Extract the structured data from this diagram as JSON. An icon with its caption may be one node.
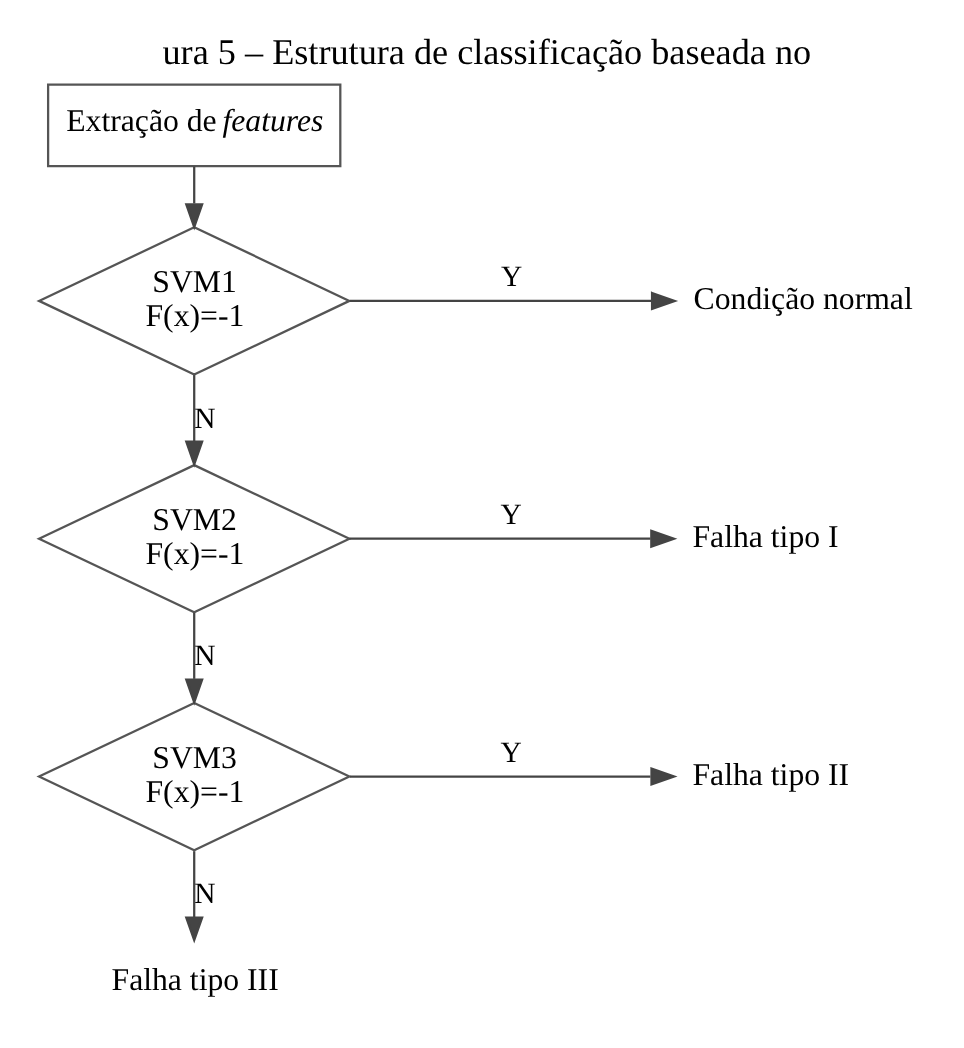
{
  "diagram": {
    "title": "ura 5 – Estrutura de classificação baseada no",
    "nodes": [
      {
        "text": [
          "Extração de *features*"
        ]
      },
      {
        "text": [
          "SVM1",
          "F(x)=-1"
        ]
      },
      {
        "text": [
          "SVM2",
          "F(x)=-1"
        ]
      },
      {
        "text": [
          "SVM3",
          "F(x)=-1"
        ]
      },
      {
        "text": [
          "Condição normal"
        ]
      },
      {
        "text": [
          "Falha tipo I"
        ]
      },
      {
        "text": [
          "Falha tipo II"
        ]
      },
      {
        "text": [
          "Falha tipo III"
        ]
      }
    ],
    "edges": [
      {
        "from": 0,
        "to": 1,
        "arrow": "to"
      },
      {
        "from": 1,
        "to": 4,
        "arrow": "to",
        "label": "Y"
      },
      {
        "from": 1,
        "to": 2,
        "arrow": "to",
        "label": "N"
      },
      {
        "from": 2,
        "to": 5,
        "arrow": "to",
        "label": "Y"
      },
      {
        "from": 2,
        "to": 3,
        "arrow": "to",
        "label": "N"
      },
      {
        "from": 3,
        "to": 6,
        "arrow": "to",
        "label": "Y"
      },
      {
        "from": 3,
        "to": 7,
        "arrow": "to",
        "label": "N"
      }
    ]
  }
}
